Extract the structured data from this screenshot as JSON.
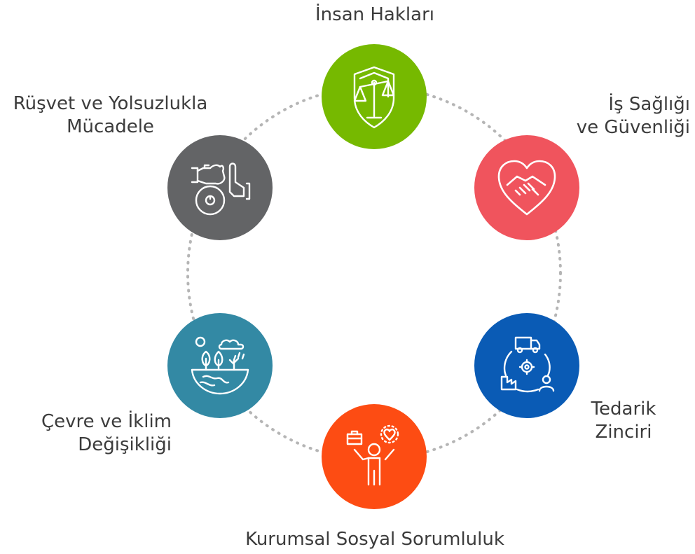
{
  "diagram": {
    "items": [
      {
        "id": "human-rights",
        "label_lines": [
          "İnsan Hakları"
        ],
        "color": "#76b900",
        "icon": "shield-scales-icon"
      },
      {
        "id": "health-safety",
        "label_lines": [
          "İş Sağlığı",
          "ve Güvenliği"
        ],
        "color": "#f0545d",
        "icon": "heart-handshake-icon"
      },
      {
        "id": "supply-chain",
        "label_lines": [
          "Tedarik",
          "Zinciri"
        ],
        "color": "#0a5bb5",
        "icon": "truck-cycle-icon"
      },
      {
        "id": "csr",
        "label_lines": [
          "Kurumsal Sosyal Sorumluluk"
        ],
        "color": "#fd4c13",
        "icon": "person-giving-icon"
      },
      {
        "id": "climate",
        "label_lines": [
          "Çevre ve İklim",
          "Değişikliği"
        ],
        "color": "#3389a4",
        "icon": "earth-trees-icon"
      },
      {
        "id": "anti-bribery",
        "label_lines": [
          "Rüşvet ve Yolsuzlukla",
          "Mücadele"
        ],
        "color": "#636466",
        "icon": "bribe-refuse-icon"
      }
    ],
    "ring_color": "#b3b3b3"
  }
}
